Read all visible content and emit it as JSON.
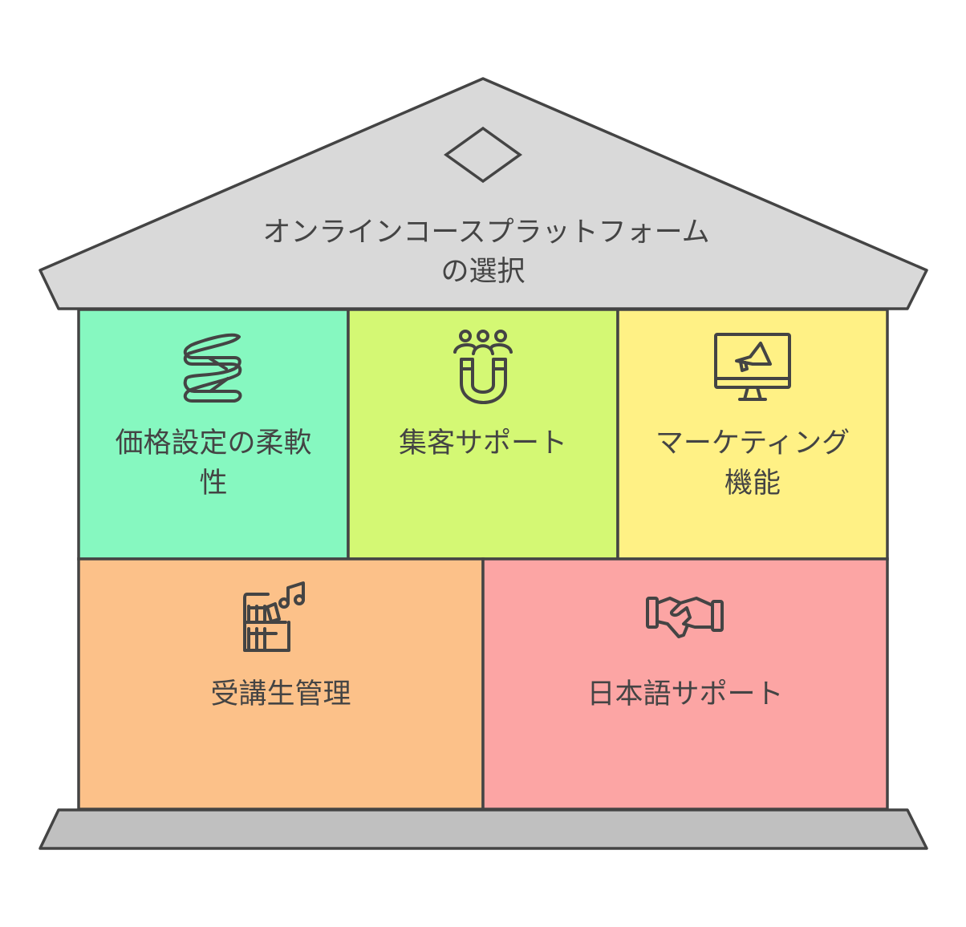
{
  "title": {
    "lines": [
      "オンラインコースプラットフォーム",
      "の選択"
    ]
  },
  "pillars": [
    {
      "label_lines": [
        "価格設定の柔軟",
        "性"
      ],
      "icon": "spring-icon",
      "color": "#86f8c0"
    },
    {
      "label_lines": [
        "集客サポート"
      ],
      "icon": "magnet-people-icon",
      "color": "#d4f874"
    },
    {
      "label_lines": [
        "マーケティング",
        "機能"
      ],
      "icon": "monitor-megaphone-icon",
      "color": "#fff185"
    },
    {
      "label_lines": [
        "受講生管理"
      ],
      "icon": "bookshelf-music-icon",
      "color": "#fcc189"
    },
    {
      "label_lines": [
        "日本語サポート"
      ],
      "icon": "handshake-icon",
      "color": "#fca5a4"
    }
  ],
  "colors": {
    "roof": "#d9d9d9",
    "base": "#c0c0c0",
    "stroke": "#444444"
  }
}
